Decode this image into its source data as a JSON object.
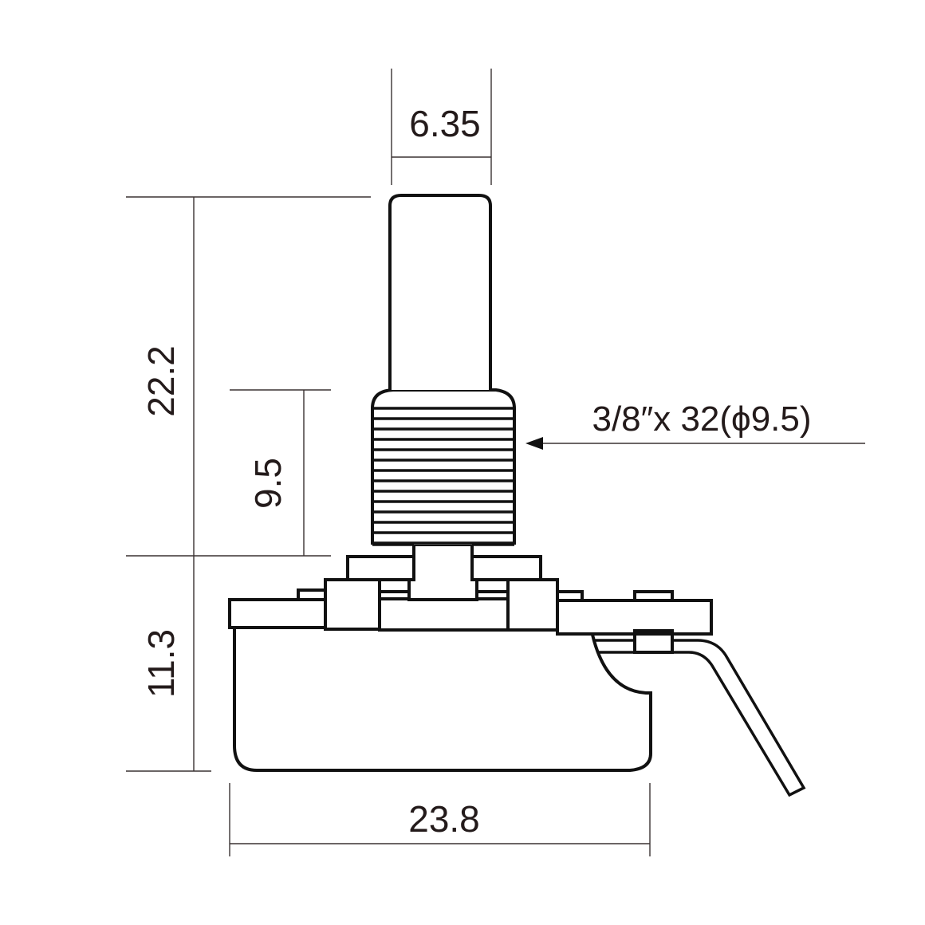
{
  "drawing": {
    "subject": "Potentiometer side-view dimension drawing",
    "colors": {
      "outline": "#111111",
      "dimension_line": "#3a3232",
      "text": "#231a1a",
      "background": "#ffffff"
    }
  },
  "dimensions": {
    "shaft_diameter": {
      "label": "6.35"
    },
    "total_shaft_length": {
      "label": "22.2"
    },
    "bushing_length": {
      "label": "9.5"
    },
    "body_height": {
      "label": "11.3"
    },
    "body_width": {
      "label": "23.8"
    }
  },
  "callouts": {
    "thread_spec": {
      "label": "3/8″x 32(ϕ9.5)"
    }
  },
  "parts": {
    "shaft": "shaft",
    "bushing": "threaded-bushing",
    "thread_line_count": 14,
    "body": "body-case",
    "terminal": "solder-lug"
  }
}
